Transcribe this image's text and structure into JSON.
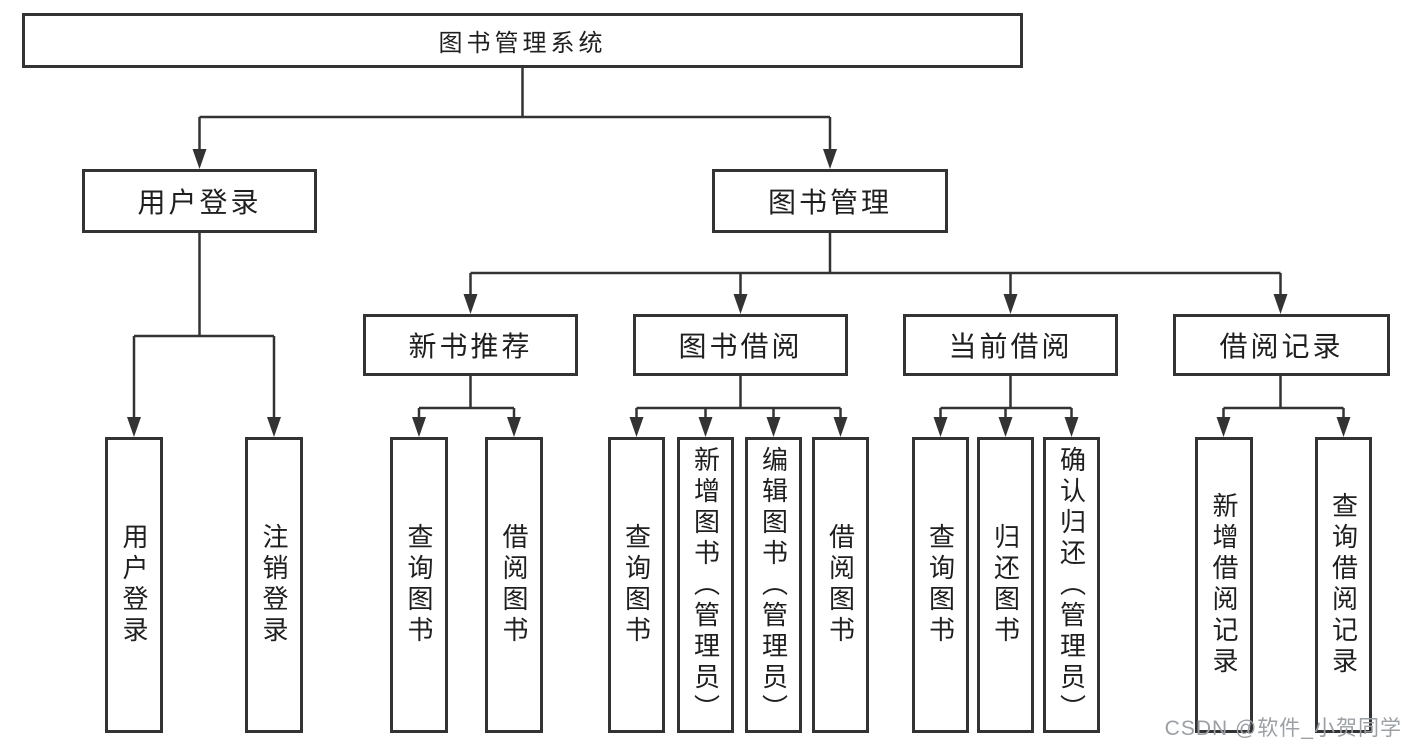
{
  "page": {
    "background": "#ffffff"
  },
  "colors": {
    "line": "#333333",
    "box_border": "#333333",
    "text": "#1f1f1f",
    "watermark": "#9aa0a5"
  },
  "diagram": {
    "type": "tree",
    "root": {
      "label": "图书管理系统"
    },
    "level2": [
      {
        "label": "用户登录",
        "children": [
          {
            "label": "用户登录"
          },
          {
            "label": "注销登录"
          }
        ]
      },
      {
        "label": "图书管理",
        "children": [
          {
            "label": "新书推荐",
            "children": [
              {
                "label": "查询图书"
              },
              {
                "label": "借阅图书"
              }
            ]
          },
          {
            "label": "图书借阅",
            "children": [
              {
                "label": "查询图书"
              },
              {
                "label": "新增图书（管理员）"
              },
              {
                "label": "编辑图书（管理员）"
              },
              {
                "label": "借阅图书"
              }
            ]
          },
          {
            "label": "当前借阅",
            "children": [
              {
                "label": "查询图书"
              },
              {
                "label": "归还图书"
              },
              {
                "label": "确认归还（管理员）"
              }
            ]
          },
          {
            "label": "借阅记录",
            "children": [
              {
                "label": "新增借阅记录"
              },
              {
                "label": "查询借阅记录"
              }
            ]
          }
        ]
      }
    ]
  },
  "watermark": {
    "text": "CSDN @软件_小贺同学"
  }
}
